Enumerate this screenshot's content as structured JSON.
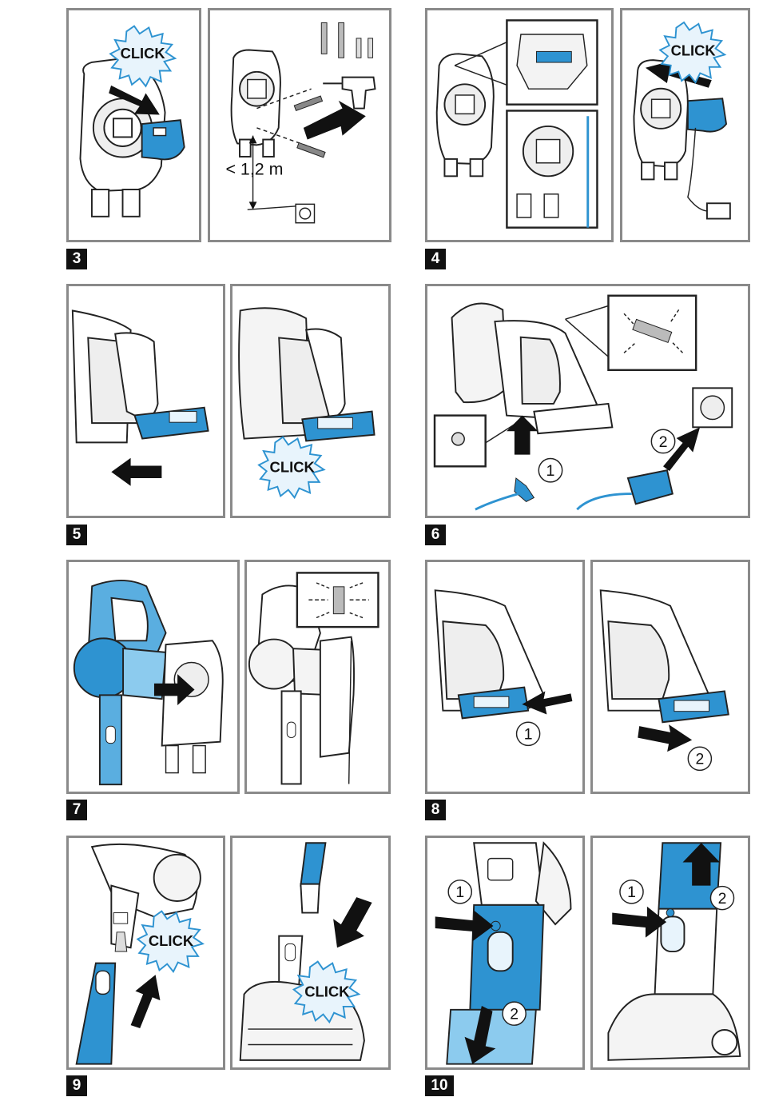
{
  "steps": [
    {
      "number": "3",
      "click": "CLICK",
      "distance": "< 1,2 m"
    },
    {
      "number": "4",
      "click": "CLICK"
    },
    {
      "number": "5",
      "click": "CLICK"
    },
    {
      "number": "6",
      "callouts": [
        "1",
        "2"
      ]
    },
    {
      "number": "7"
    },
    {
      "number": "8",
      "callouts": [
        "1",
        "2"
      ]
    },
    {
      "number": "9",
      "click": "CLICK"
    },
    {
      "number": "10",
      "callouts": [
        "1",
        "2"
      ]
    }
  ],
  "colors": {
    "accent": "#2e93d1",
    "frame": "#8a8a8a",
    "ink": "#111111",
    "arrow": "#111111"
  }
}
